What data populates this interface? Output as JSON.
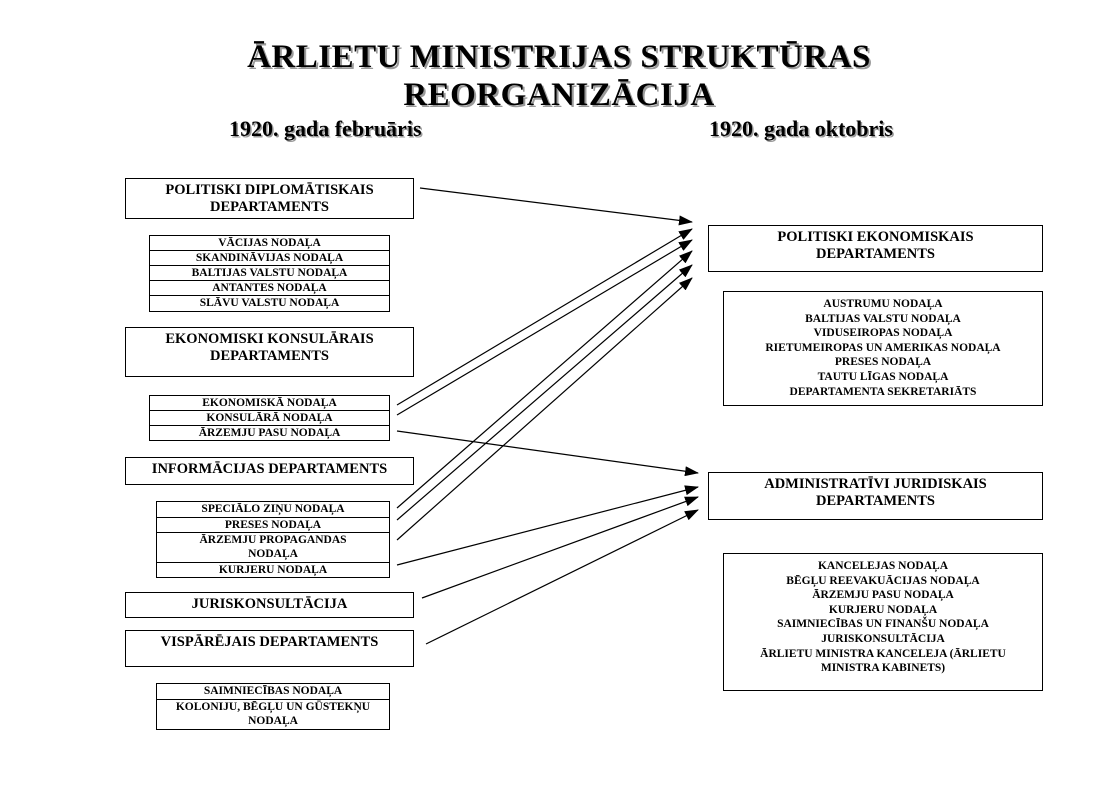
{
  "title": {
    "line1": "ĀRLIETU MINISTRIJAS STRUKTŪRAS",
    "line2": "REORGANIZĀCIJA"
  },
  "columns": {
    "left_heading": "1920. gada februāris",
    "right_heading": "1920. gada oktobris"
  },
  "february": {
    "political_dept": {
      "line1": "POLITISKI DIPLOMĀTISKAIS",
      "line2": "DEPARTAMENTS",
      "units": [
        "VĀCIJAS NODAĻA",
        "SKANDINĀVIJAS NODAĻA",
        "BALTIJAS VALSTU NODAĻA",
        "ANTANTES NODAĻA",
        "SLĀVU VALSTU NODAĻA"
      ]
    },
    "economic_dept": {
      "line1": "EKONOMISKI KONSULĀRAIS",
      "line2": "DEPARTAMENTS",
      "units": [
        "EKONOMISKĀ NODAĻA",
        "KONSULĀRĀ NODAĻA",
        "ĀRZEMJU PASU NODAĻA"
      ]
    },
    "information_dept": {
      "line1": "INFORMĀCIJAS DEPARTAMENTS",
      "units": [
        "SPECIĀLO ZIŅU NODAĻA",
        "PRESES NODAĻA",
        "ĀRZEMJU PROPAGANDAS NODAĻA",
        "KURJERU NODAĻA"
      ]
    },
    "legal_counsel": {
      "line1": "JURISKONSULTĀCIJA"
    },
    "general_dept": {
      "line1": "VISPĀRĒJAIS DEPARTAMENTS",
      "units": [
        "SAIMNIECĪBAS NODAĻA",
        "KOLONIJU, BĒGĻU UN GŪSTEKŅU NODAĻA"
      ]
    }
  },
  "october": {
    "political_economic_dept": {
      "line1": "POLITISKI EKONOMISKAIS",
      "line2": "DEPARTAMENTS",
      "units": [
        "AUSTRUMU NODAĻA",
        "BALTIJAS VALSTU NODAĻA",
        "VIDUSEIROPAS NODAĻA",
        "RIETUMEIROPAS UN AMERIKAS NODAĻA",
        "PRESES NODAĻA",
        "TAUTU LĪGAS NODAĻA",
        "DEPARTAMENTA SEKRETARIĀTS"
      ]
    },
    "admin_legal_dept": {
      "line1": "ADMINISTRATĪVI JURIDISKAIS",
      "line2": "DEPARTAMENTS",
      "units": [
        "KANCELEJAS NODAĻA",
        "BĒGĻU REEVAKUĀCIJAS NODAĻA",
        "ĀRZEMJU PASU NODAĻA",
        "KURJERU NODAĻA",
        "SAIMNIECĪBAS UN FINANŠU NODAĻA",
        "JURISKONSULTĀCIJA",
        "ĀRLIETU MINISTRA KANCELEJA (ĀRLIETU",
        "MINISTRA KABINETS)"
      ]
    }
  },
  "colors": {
    "line": "#000000",
    "shadow": "#9a9a9a"
  }
}
